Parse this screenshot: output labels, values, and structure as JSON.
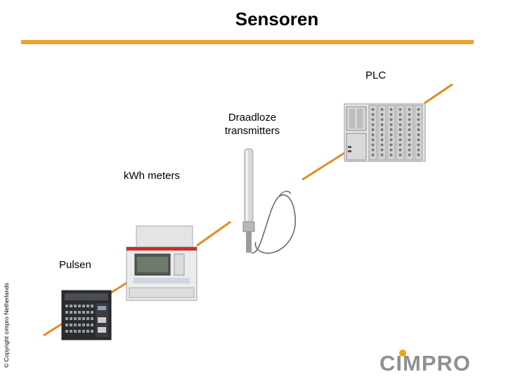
{
  "title": "Sensoren",
  "labels": {
    "plc": "PLC",
    "wireless_line1": "Draadloze",
    "wireless_line2": "transmitters",
    "kwh": "kWh meters",
    "pulsen": "Pulsen"
  },
  "copyright": "© Copyright cimpro Netherlands",
  "logo": {
    "text": "CIMPRO",
    "colors": {
      "text": "#8f9093",
      "dot": "#f2a400"
    }
  },
  "colors": {
    "accent": "#f0a02a",
    "connector": "#e58a20"
  },
  "icons": [
    "plc-device-icon",
    "antenna-transmitter-icon",
    "kwh-meter-icon",
    "pulse-controller-icon"
  ]
}
